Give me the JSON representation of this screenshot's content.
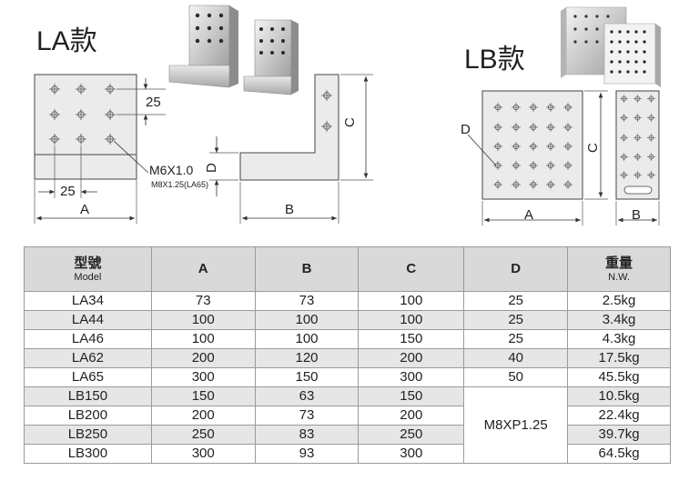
{
  "la": {
    "title": "LA款",
    "dim_25_right": "25",
    "dim_25_bottom": "25",
    "dim_a": "A",
    "dim_b": "B",
    "dim_c": "C",
    "dim_d": "D",
    "thread_main": "M6X1.0",
    "thread_note": "M8X1.25(LA65)"
  },
  "lb": {
    "title": "LB款",
    "dim_d": "D",
    "dim_c": "C",
    "dim_a": "A",
    "dim_b": "B"
  },
  "table": {
    "headers": [
      {
        "main": "型號",
        "sub": "Model"
      },
      {
        "main": "A",
        "sub": ""
      },
      {
        "main": "B",
        "sub": ""
      },
      {
        "main": "C",
        "sub": ""
      },
      {
        "main": "D",
        "sub": ""
      },
      {
        "main": "重量",
        "sub": "N.W."
      }
    ],
    "rows": [
      {
        "model": "LA34",
        "a": "73",
        "b": "73",
        "c": "100",
        "d": "25",
        "nw": "2.5kg"
      },
      {
        "model": "LA44",
        "a": "100",
        "b": "100",
        "c": "100",
        "d": "25",
        "nw": "3.4kg"
      },
      {
        "model": "LA46",
        "a": "100",
        "b": "100",
        "c": "150",
        "d": "25",
        "nw": "4.3kg"
      },
      {
        "model": "LA62",
        "a": "200",
        "b": "120",
        "c": "200",
        "d": "40",
        "nw": "17.5kg"
      },
      {
        "model": "LA65",
        "a": "300",
        "b": "150",
        "c": "300",
        "d": "50",
        "nw": "45.5kg"
      },
      {
        "model": "LB150",
        "a": "150",
        "b": "63",
        "c": "150",
        "d": "M8XP1.25",
        "nw": "10.5kg"
      },
      {
        "model": "LB200",
        "a": "200",
        "b": "73",
        "c": "200",
        "nw": "22.4kg"
      },
      {
        "model": "LB250",
        "a": "250",
        "b": "83",
        "c": "250",
        "nw": "39.7kg"
      },
      {
        "model": "LB300",
        "a": "300",
        "b": "93",
        "c": "300",
        "nw": "64.5kg"
      }
    ]
  }
}
